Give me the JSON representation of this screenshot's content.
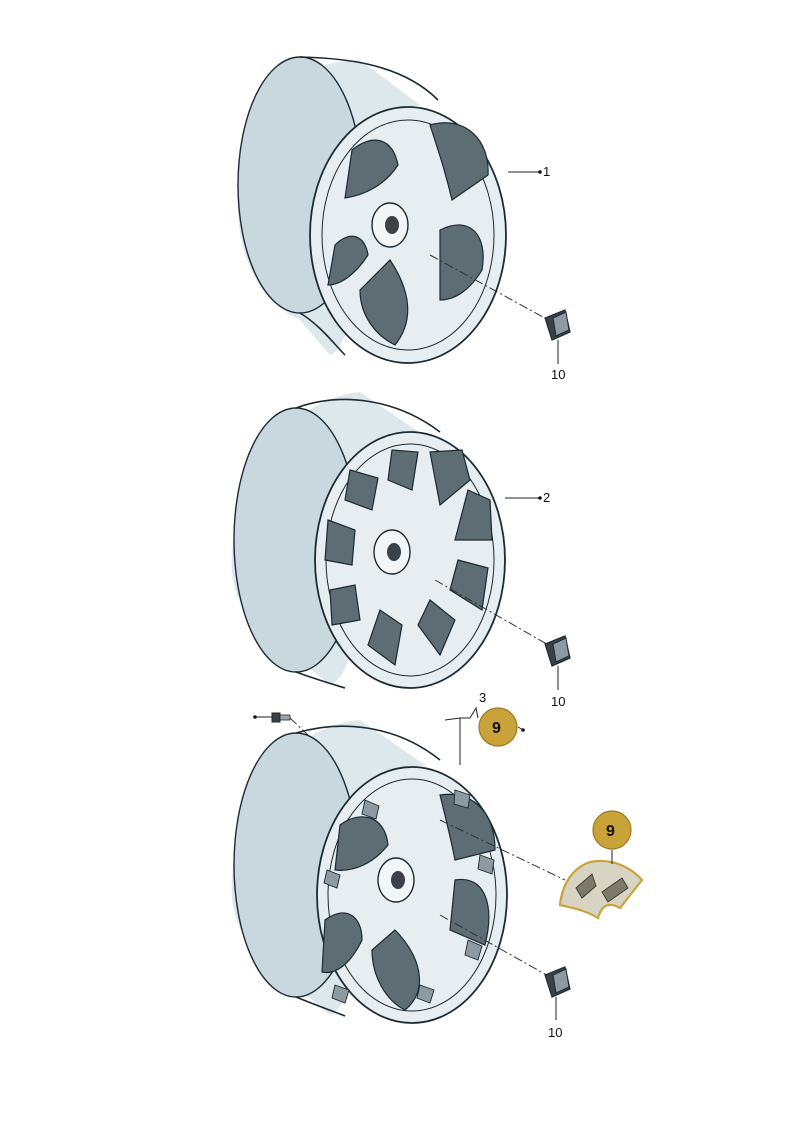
{
  "callouts": {
    "wheel_1": "1",
    "wheel_2": "2",
    "wheel_3": "3",
    "cap_1": "10",
    "cap_2": "10",
    "cap_3": "10"
  },
  "badges": {
    "badge_top": "9",
    "badge_right": "9"
  },
  "colors": {
    "badge_fill": "#c9a23a",
    "badge_stroke": "#9c7a20",
    "insert_highlight": "#c9a23a"
  }
}
